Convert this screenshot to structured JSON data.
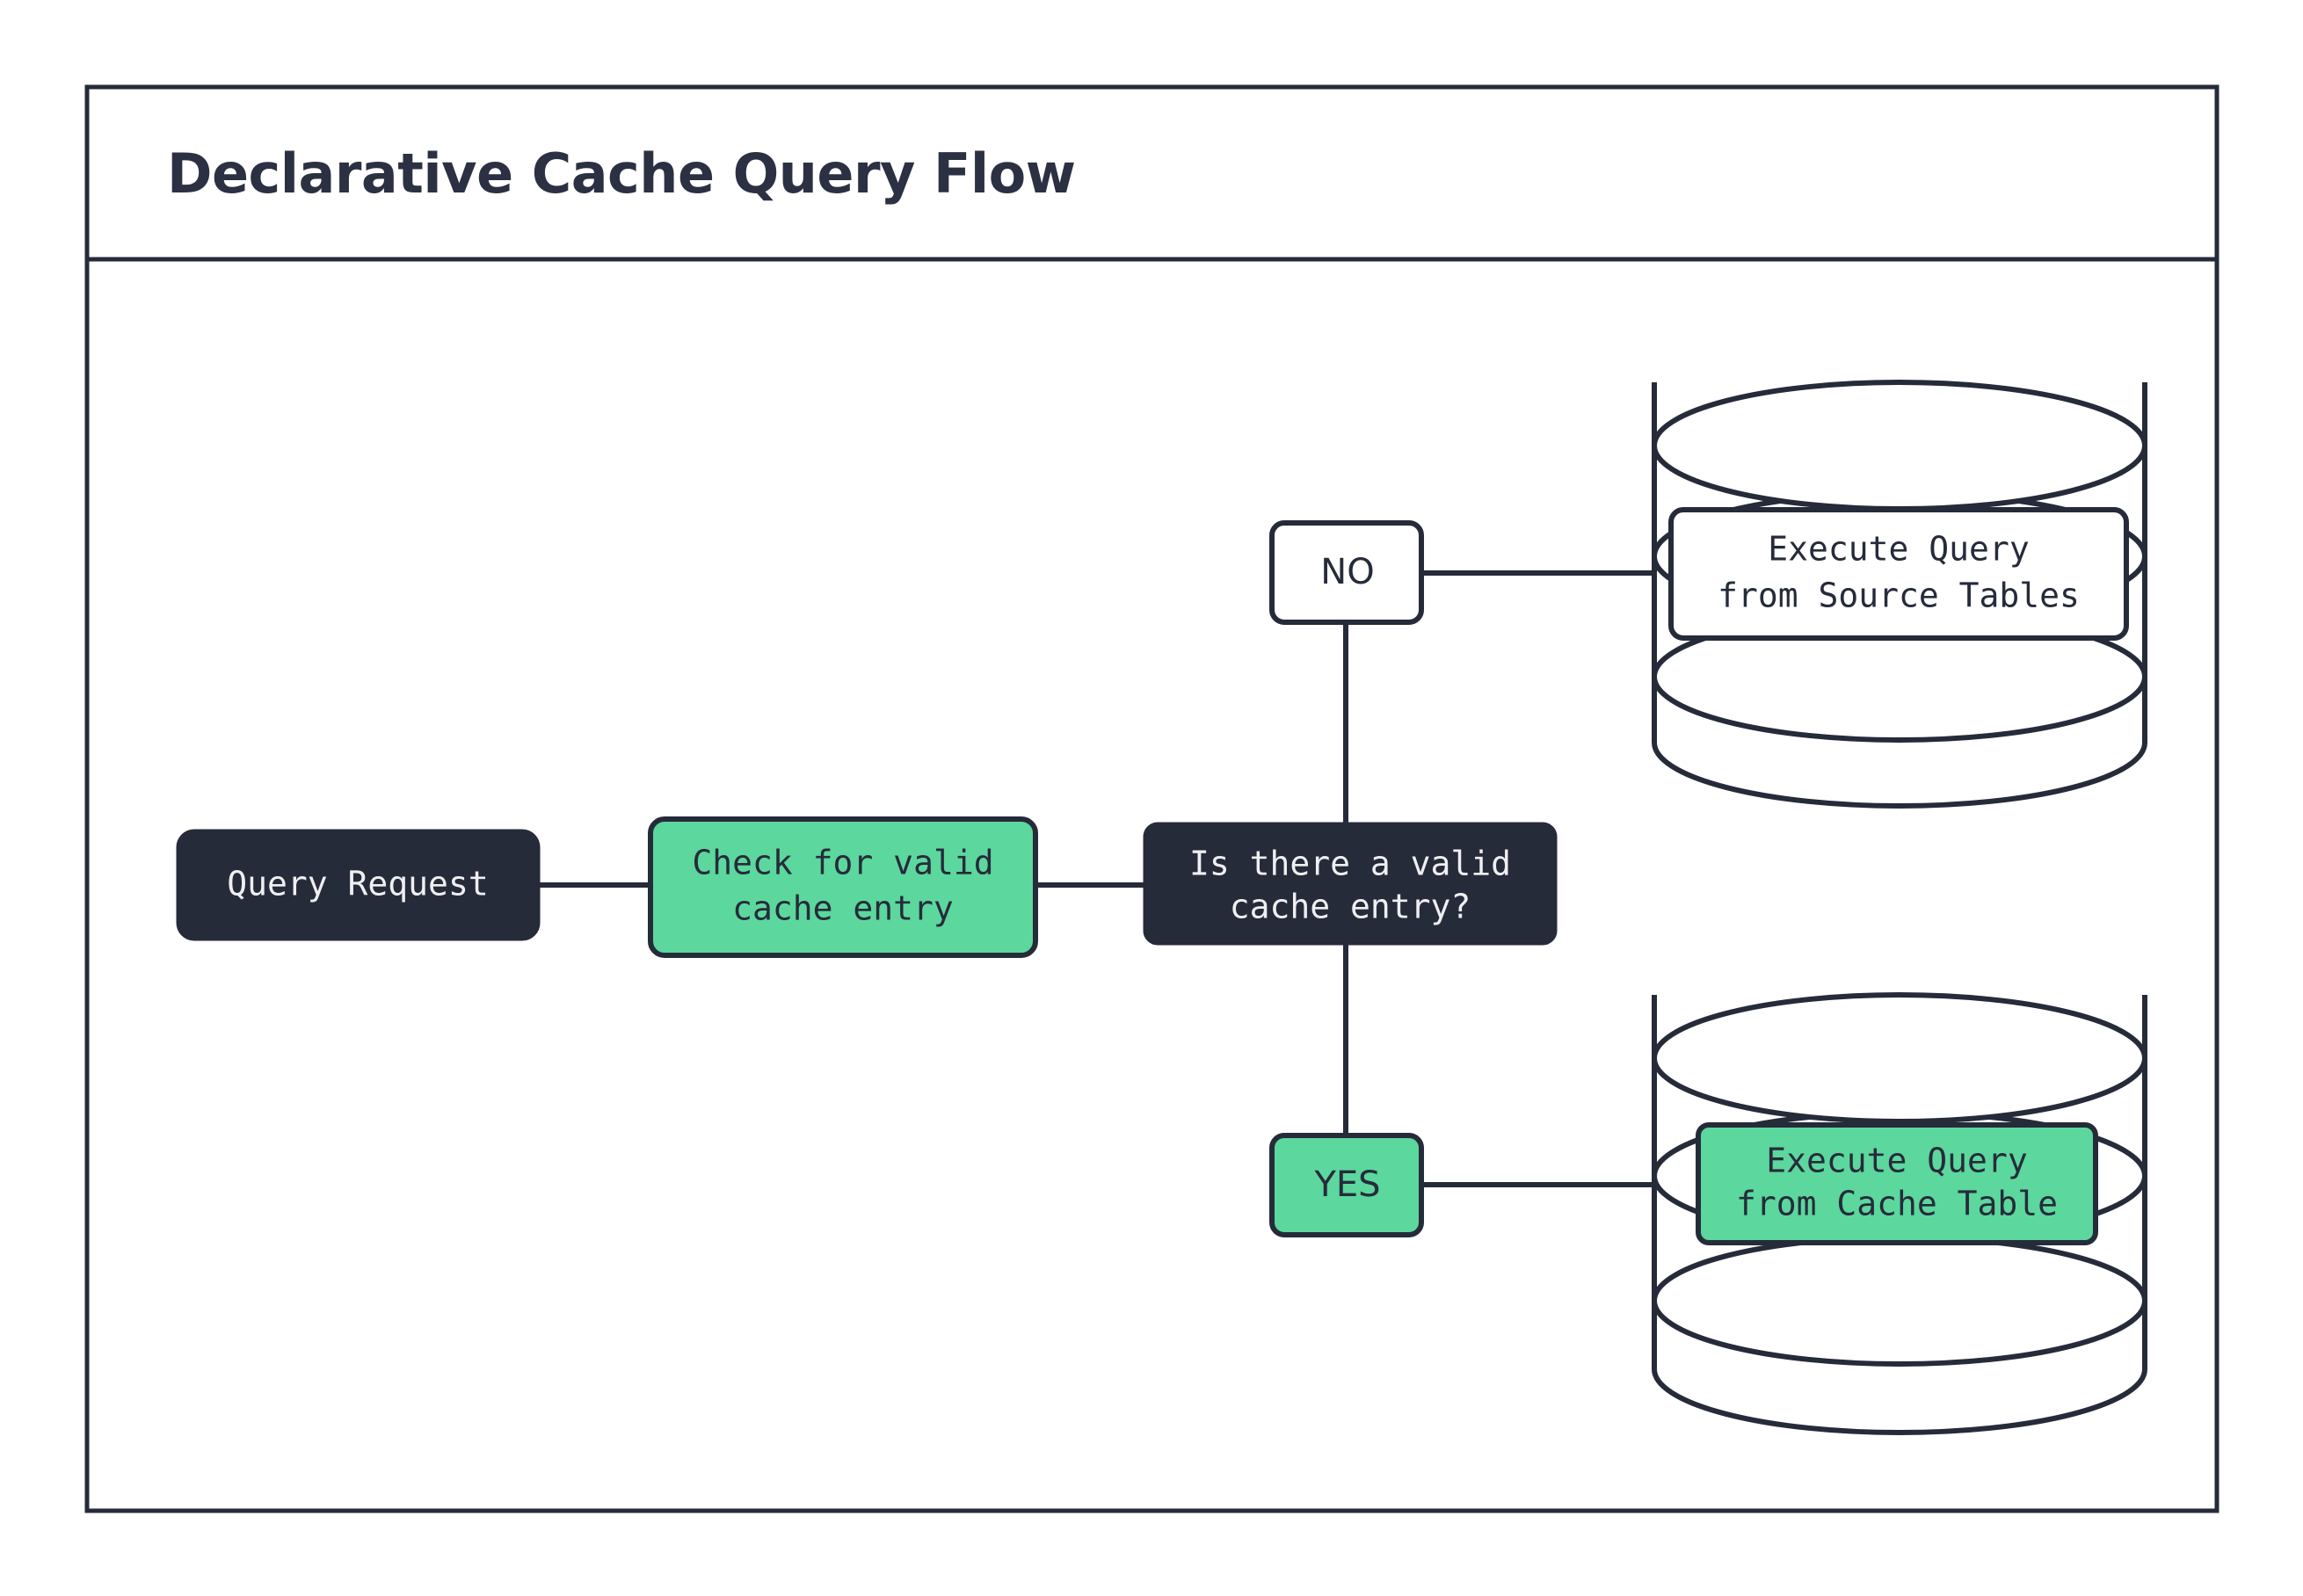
{
  "header": {
    "title": "Declarative Cache Query Flow"
  },
  "colors": {
    "ink": "#262B3A",
    "accent_green": "#5CD79D",
    "surface": "#ffffff",
    "text_on_dark": "#EFEFF2"
  },
  "nodes": {
    "query_request": {
      "label": "Query Request",
      "style": "dark"
    },
    "check_cache": {
      "label_line1": "Check for valid",
      "label_line2": "cache entry",
      "style": "green"
    },
    "decision": {
      "label_line1": "Is there a valid",
      "label_line2": "cache entry?",
      "style": "dark"
    },
    "branch_no": {
      "label": "NO",
      "style": "white"
    },
    "branch_yes": {
      "label": "YES",
      "style": "green"
    },
    "source_tables": {
      "label_line1": "Execute Query",
      "label_line2": "from Source Tables",
      "style": "white",
      "container": "database-cylinder"
    },
    "cache_table": {
      "label_line1": "Execute Query",
      "label_line2": "from Cache Table",
      "style": "green",
      "container": "database-cylinder"
    }
  }
}
